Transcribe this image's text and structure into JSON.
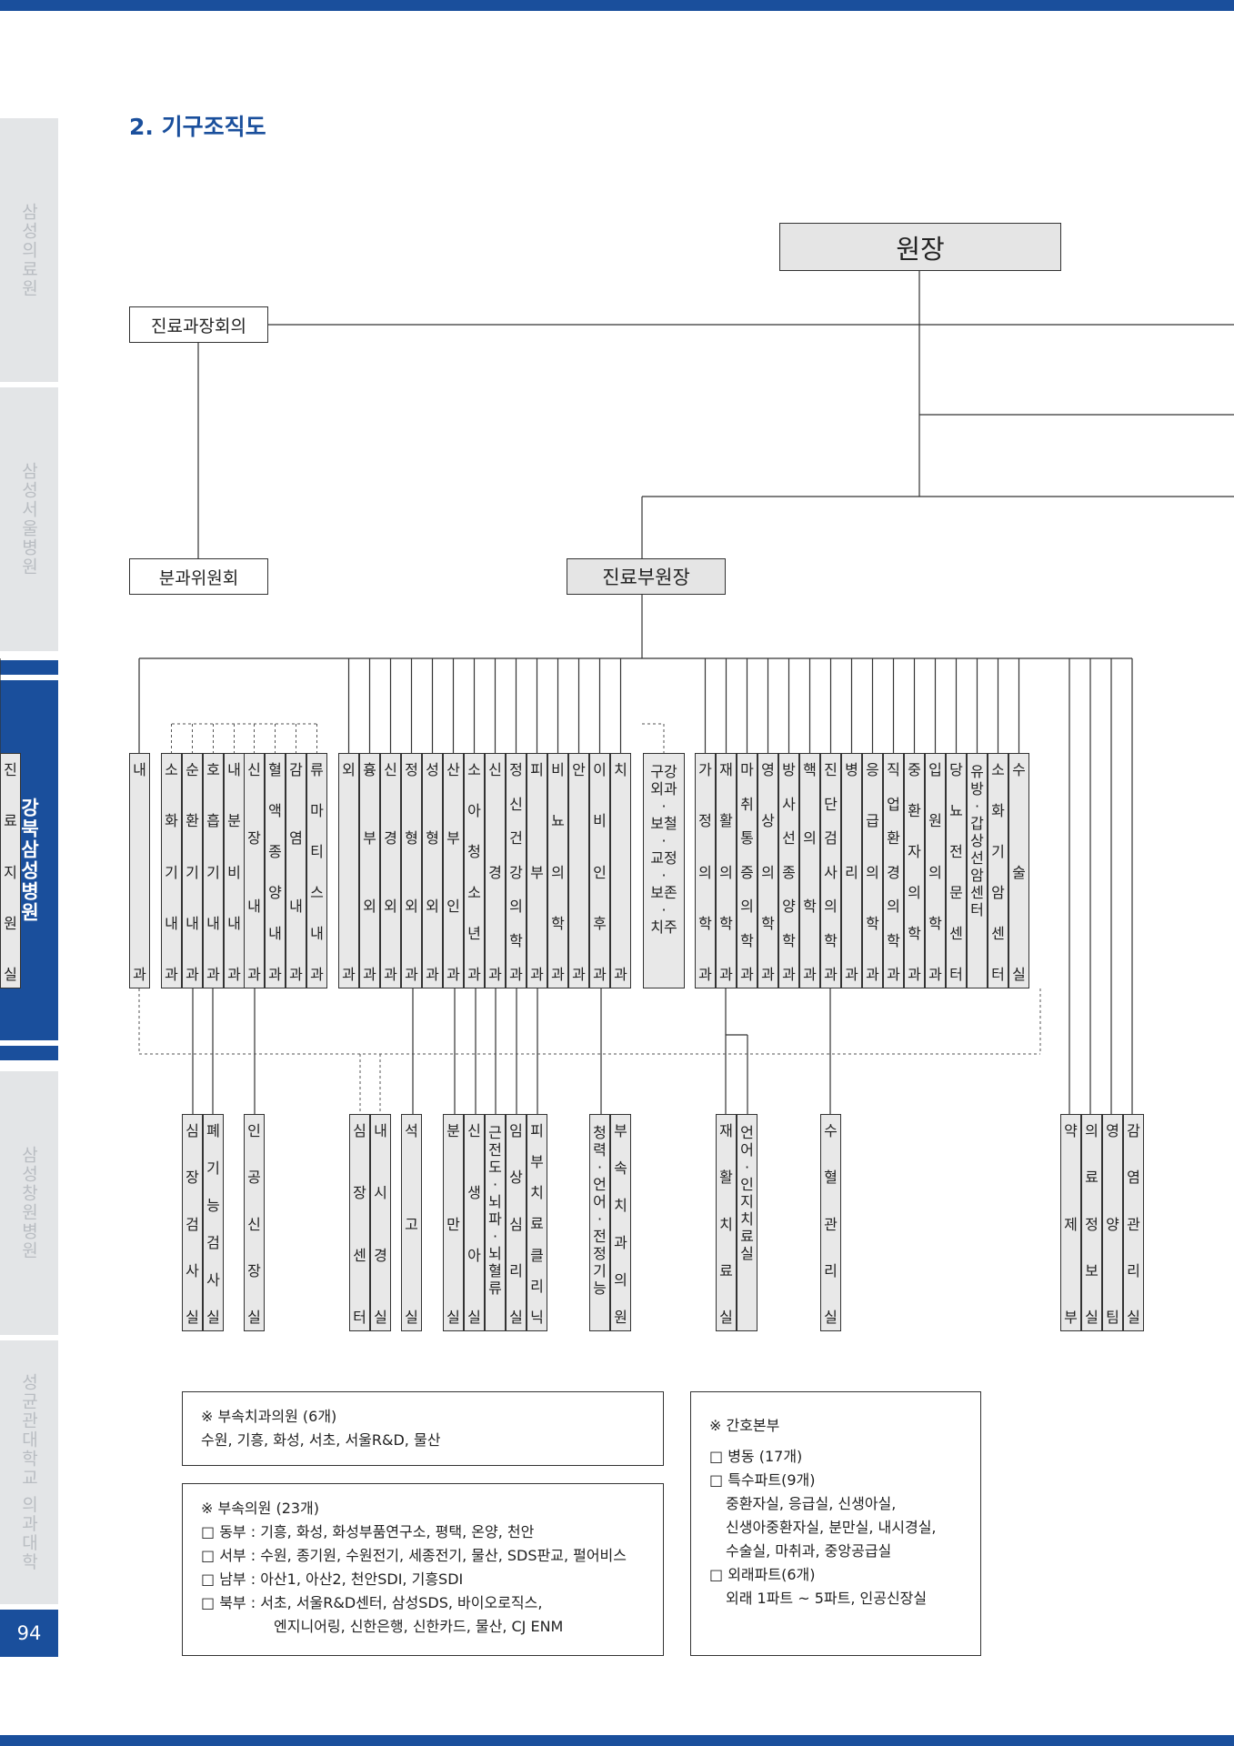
{
  "section_title": "2. 기구조직도",
  "page_number": "94",
  "sidebar": [
    {
      "label": "삼성의료원",
      "active": false
    },
    {
      "label": "삼성서울병원",
      "active": false
    },
    {
      "label": "강북삼성병원",
      "active": true
    },
    {
      "label": "삼성창원병원",
      "active": false
    },
    {
      "label": "성균관대학교 의과대학",
      "active": false
    }
  ],
  "top_nodes": {
    "director": "원장",
    "dept_heads_meeting": "진료과장회의",
    "subcommittee": "분과위원회",
    "vice_director": "진료부원장"
  },
  "depts": [
    [
      "내",
      "과"
    ],
    [
      "소",
      "화",
      "기",
      "내",
      "과"
    ],
    [
      "순",
      "환",
      "기",
      "내",
      "과"
    ],
    [
      "호",
      "흡",
      "기",
      "내",
      "과"
    ],
    [
      "내",
      "분",
      "비",
      "내",
      "과"
    ],
    [
      "신",
      "장",
      "내",
      "과"
    ],
    [
      "혈",
      "액",
      "종",
      "양",
      "내",
      "과"
    ],
    [
      "감",
      "염",
      "내",
      "과"
    ],
    [
      "류",
      "마",
      "티",
      "스",
      "내",
      "과"
    ],
    [
      "외",
      "과"
    ],
    [
      "흉",
      "부",
      "외",
      "과"
    ],
    [
      "신",
      "경",
      "외",
      "과"
    ],
    [
      "정",
      "형",
      "외",
      "과"
    ],
    [
      "성",
      "형",
      "외",
      "과"
    ],
    [
      "산",
      "부",
      "인",
      "과"
    ],
    [
      "소",
      "아",
      "청",
      "소",
      "년",
      "과"
    ],
    [
      "신",
      "경",
      "과"
    ],
    [
      "정",
      "신",
      "건",
      "강",
      "의",
      "학",
      "과"
    ],
    [
      "피",
      "부",
      "과"
    ],
    [
      "비",
      "뇨",
      "의",
      "학",
      "과"
    ],
    [
      "안",
      "과"
    ],
    [
      "이",
      "비",
      "인",
      "후",
      "과"
    ],
    [
      "치",
      "과"
    ],
    [
      "구강",
      "외과",
      "·",
      "보철",
      "·",
      "교정",
      "·",
      "보존",
      "·",
      "치주"
    ],
    [
      "가",
      "정",
      "의",
      "학",
      "과"
    ],
    [
      "재",
      "활",
      "의",
      "학",
      "과"
    ],
    [
      "마",
      "취",
      "통",
      "증",
      "의",
      "학",
      "과"
    ],
    [
      "영",
      "상",
      "의",
      "학",
      "과"
    ],
    [
      "방",
      "사",
      "선",
      "종",
      "양",
      "학",
      "과"
    ],
    [
      "핵",
      "의",
      "학",
      "과"
    ],
    [
      "진",
      "단",
      "검",
      "사",
      "의",
      "학",
      "과"
    ],
    [
      "병",
      "리",
      "과"
    ],
    [
      "응",
      "급",
      "의",
      "학",
      "과"
    ],
    [
      "직",
      "업",
      "환",
      "경",
      "의",
      "학",
      "과"
    ],
    [
      "중",
      "환",
      "자",
      "의",
      "학",
      "과"
    ],
    [
      "입",
      "원",
      "의",
      "학",
      "과"
    ],
    [
      "당",
      "뇨",
      "전",
      "문",
      "센",
      "터"
    ],
    [
      "유",
      "방",
      "·",
      "갑",
      "상",
      "선",
      "암",
      "센",
      "터"
    ],
    [
      "소",
      "화",
      "기",
      "암",
      "센",
      "터"
    ],
    [
      "수",
      "술",
      "실"
    ],
    [
      "진",
      "료",
      "지",
      "원",
      "실"
    ]
  ],
  "units": [
    [
      "심",
      "장",
      "검",
      "사",
      "실"
    ],
    [
      "폐",
      "기",
      "능",
      "검",
      "사",
      "실"
    ],
    [
      "인",
      "공",
      "신",
      "장",
      "실"
    ],
    [
      "심",
      "장",
      "센",
      "터"
    ],
    [
      "내",
      "시",
      "경",
      "실"
    ],
    [
      "석",
      "고",
      "실"
    ],
    [
      "분",
      "만",
      "실"
    ],
    [
      "신",
      "생",
      "아",
      "실"
    ],
    [
      "근",
      "전",
      "도",
      "·",
      "뇌",
      "파",
      "·",
      "뇌",
      "혈",
      "류"
    ],
    [
      "임",
      "상",
      "심",
      "리",
      "실"
    ],
    [
      "피",
      "부",
      "치",
      "료",
      "클",
      "리",
      "닉"
    ],
    [
      "청",
      "력",
      "·",
      "언",
      "어",
      "·",
      "전",
      "정",
      "기",
      "능"
    ],
    [
      "부",
      "속",
      "치",
      "과",
      "의",
      "원"
    ],
    [
      "재",
      "활",
      "치",
      "료",
      "실"
    ],
    [
      "언",
      "어",
      "·",
      "인",
      "지",
      "치",
      "료",
      "실"
    ],
    [
      "수",
      "혈",
      "관",
      "리",
      "실"
    ],
    [
      "약",
      "제",
      "부"
    ],
    [
      "의",
      "료",
      "정",
      "보",
      "실"
    ],
    [
      "영",
      "양",
      "팀"
    ],
    [
      "감",
      "염",
      "관",
      "리",
      "실"
    ]
  ],
  "notes": {
    "dental": {
      "heading": "※ 부속치과의원 (6개)",
      "lines": [
        "수원, 기흥, 화성, 서초, 서울R&D, 물산"
      ]
    },
    "clinics": {
      "heading": "※ 부속의원 (23개)",
      "lines": [
        "□ 동부 : 기흥, 화성, 화성부품연구소, 평택, 온양, 천안",
        "□ 서부 : 수원, 종기원, 수원전기, 세종전기, 물산, SDS판교, 펄어비스",
        "□ 남부 : 아산1, 아산2, 천안SDI, 기흥SDI",
        "□ 북부 : 서초, 서울R&D센터, 삼성SDS, 바이오로직스,",
        "엔지니어링, 신한은행, 신한카드, 물산, CJ ENM"
      ]
    },
    "nursing": {
      "heading": "※ 간호본부",
      "lines": [
        "□ 병동 (17개)",
        "□ 특수파트(9개)",
        "중환자실, 응급실, 신생아실,",
        "신생아중환자실, 분만실, 내시경실,",
        "수술실, 마취과, 중앙공급실",
        "□ 외래파트(6개)",
        "외래 1파트 ~ 5파트, 인공신장실"
      ]
    }
  }
}
